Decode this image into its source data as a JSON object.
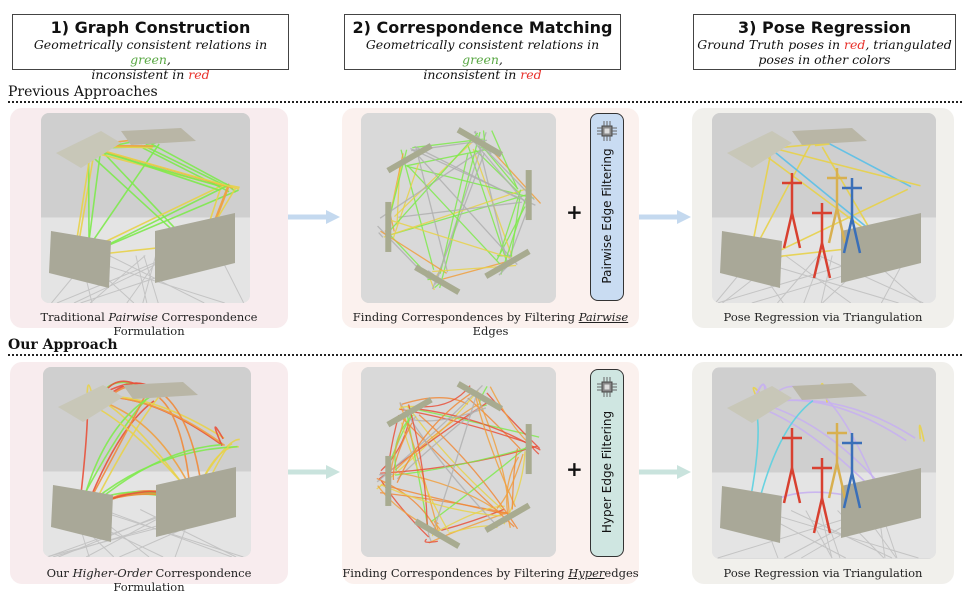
{
  "headers": [
    {
      "title": "1) Graph Construction",
      "sub_pre": "Geometrically consistent relations in ",
      "sub_green": "green",
      "sub_mid": ",",
      "sub_line2_pre": "inconsistent in ",
      "sub_red": "red",
      "sub_line2_post": ""
    },
    {
      "title": "2) Correspondence Matching",
      "sub_pre": "Geometrically consistent relations in ",
      "sub_green": "green",
      "sub_mid": ",",
      "sub_line2_pre": "inconsistent in ",
      "sub_red": "red",
      "sub_line2_post": ""
    },
    {
      "title": "3) Pose Regression",
      "sub_pre": "Ground Truth poses in ",
      "sub_red": "red",
      "sub_mid": ", triangulated",
      "sub_line2_pre": "poses in other colors"
    }
  ],
  "rows": {
    "previous": {
      "label": "Previous Approaches",
      "captions": {
        "graph": {
          "pre": "Traditional ",
          "em": "Pairwise",
          "post": " Correspondence Formulation"
        },
        "matching": {
          "pre": "Finding Correspondences by Filtering ",
          "em": "Pairwise",
          "post": " Edges"
        },
        "pose": {
          "text": "Pose Regression via Triangulation"
        }
      },
      "filter_label": "Pairwise  Edge Filtering",
      "filter_color": "#c9dcf2",
      "arrow_color": "#c4d9ef"
    },
    "ours": {
      "label": "Our Approach",
      "captions": {
        "graph": {
          "pre": "Our ",
          "em": "Higher-Order",
          "post": " Correspondence Formulation"
        },
        "matching": {
          "pre": "Finding Correspondences by Filtering ",
          "em": "Hyper",
          "post": "edges"
        },
        "pose": {
          "text": "Pose Regression via Triangulation"
        }
      },
      "filter_label": "Hyper Edge Filtering",
      "filter_color": "#cfe6e1",
      "arrow_color": "#c9e3dd"
    }
  },
  "plus_sign": "+",
  "icons": {
    "filter_icon": "chip-icon"
  },
  "colors": {
    "green": "#5aa845",
    "red": "#e8312b"
  }
}
